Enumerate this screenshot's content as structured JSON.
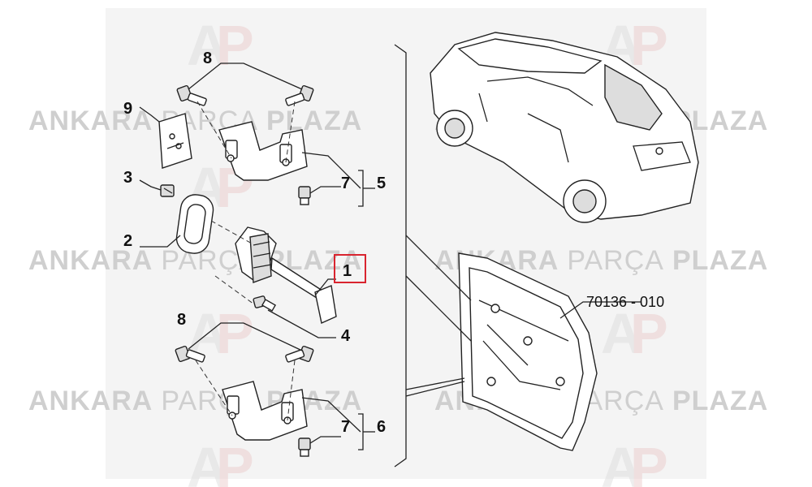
{
  "watermark": {
    "word1": "ANKARA",
    "word2": "PARÇA",
    "word3": "PLAZA",
    "color": "#cfcfcf"
  },
  "callouts": {
    "c8_top": "8",
    "c9": "9",
    "c3": "3",
    "c7_top": "7",
    "c5": "5",
    "c2": "2",
    "c1": "1",
    "c4": "4",
    "c8_bottom": "8",
    "c7_bottom": "7",
    "c6": "6"
  },
  "reference_code": "70136 - 010",
  "highlight_color": "#d9242f"
}
